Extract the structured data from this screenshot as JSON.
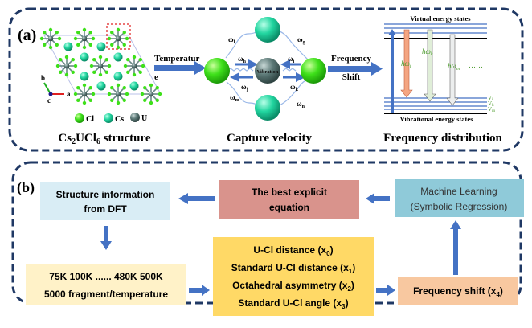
{
  "panel_a": {
    "label": "(a)",
    "structure": {
      "caption": {
        "p1": "Cs",
        "s1": "2",
        "p2": "UCl",
        "s2": "6",
        "p3": " structure"
      },
      "legend": [
        {
          "label": "Cl",
          "color": "#3ee01a"
        },
        {
          "label": "Cs",
          "color": "#22d6a0"
        },
        {
          "label": "U",
          "color": "#5d7a78"
        }
      ],
      "axes": {
        "a": "a",
        "b": "b",
        "c": "c"
      }
    },
    "temperature_arrow": {
      "line1": "Temperatur",
      "line2": "e"
    },
    "capture": {
      "center_label": "Vibration",
      "caption": "Capture velocity",
      "omegas": [
        "l",
        "g",
        "h",
        "i",
        "j",
        "k",
        "m",
        "n"
      ],
      "omega_symbol": "ω"
    },
    "shift_arrow": {
      "line1": "Frequency",
      "line2": "Shift"
    },
    "energy": {
      "top_label": "Virtual energy states",
      "bottom_label": "Vibrational energy states",
      "transitions": [
        "hω",
        "hω",
        "hω"
      ],
      "transition_subs": [
        "i",
        "k",
        "m"
      ],
      "ellipsis": "……",
      "levels": [
        "V",
        "V",
        "V"
      ],
      "level_subs": [
        "i",
        "k",
        "m"
      ],
      "caption": "Frequency distribution"
    }
  },
  "panel_b": {
    "label": "(b)",
    "structure_info": {
      "line1": "Structure information",
      "line2": "from DFT"
    },
    "best_equation": {
      "line1": "The best explicit",
      "line2": "equation"
    },
    "ml": {
      "line1": "Machine Learning",
      "line2": "(Symbolic Regression)"
    },
    "temps": {
      "line1": "75K 100K ...... 480K 500K",
      "line2": "5000 fragment/temperature"
    },
    "features": [
      {
        "text": "U-Cl distance (x",
        "sub": "0"
      },
      {
        "text": "Standard U-Cl distance (x",
        "sub": "1"
      },
      {
        "text": "Octahedral asymmetry (x",
        "sub": "2"
      },
      {
        "text": "Standard U-Cl angle (x",
        "sub": "3"
      }
    ],
    "target": {
      "text": "Frequency shift (x",
      "sub": "4"
    },
    "colors": {
      "structure_info": "#d9edf5",
      "best_equation": "#d9938c",
      "ml": "#8fcad9",
      "temps": "#fff2c8",
      "features": "#ffd966",
      "target": "#f8c8a0",
      "arrow": "#4472c4",
      "border": "#1f3864"
    }
  }
}
